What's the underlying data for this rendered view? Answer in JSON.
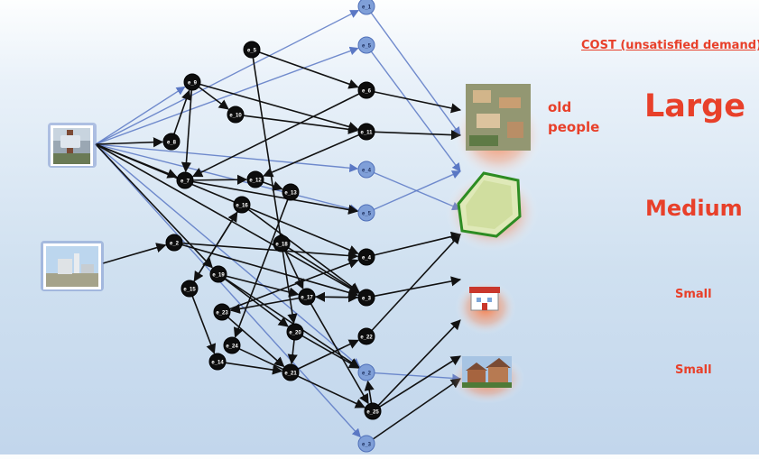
{
  "header": {
    "cost_title": "COST (unsatisfied demand)"
  },
  "demand_labels": {
    "old_people": "old\npeople"
  },
  "costs": {
    "large": "Large",
    "medium": "Medium",
    "small_1": "Small",
    "small_2": "Small"
  },
  "colors": {
    "node_black": "#0d0d0d",
    "node_blue": "#7f9fd8",
    "edge_black": "#111111",
    "edge_blue": "#5b78c4",
    "cost_red": "#e8402a"
  },
  "sources": [
    {
      "id": "src-water-tower",
      "icon": "water-tower-photo"
    },
    {
      "id": "src-water-plant",
      "icon": "water-plant-photo"
    }
  ],
  "sinks": [
    {
      "id": "sink-residential-area",
      "icon": "residential-area-photo"
    },
    {
      "id": "sink-map-area",
      "icon": "map-area-icon"
    },
    {
      "id": "sink-hospital",
      "icon": "hospital-icon"
    },
    {
      "id": "sink-houses",
      "icon": "houses-photo"
    }
  ],
  "nodes": [
    {
      "label": "e_1",
      "kind": "blue"
    },
    {
      "label": "e_5",
      "kind": "black"
    },
    {
      "label": "e_5",
      "kind": "blue"
    },
    {
      "label": "e_9",
      "kind": "black"
    },
    {
      "label": "e_6",
      "kind": "black"
    },
    {
      "label": "e_10",
      "kind": "black"
    },
    {
      "label": "e_11",
      "kind": "black"
    },
    {
      "label": "e_8",
      "kind": "black"
    },
    {
      "label": "e_7",
      "kind": "black"
    },
    {
      "label": "e_12",
      "kind": "black"
    },
    {
      "label": "e_4",
      "kind": "blue"
    },
    {
      "label": "e_13",
      "kind": "black"
    },
    {
      "label": "e_16",
      "kind": "black"
    },
    {
      "label": "e_5",
      "kind": "blue"
    },
    {
      "label": "e_2",
      "kind": "black"
    },
    {
      "label": "e_18",
      "kind": "black"
    },
    {
      "label": "e_4",
      "kind": "black"
    },
    {
      "label": "e_19",
      "kind": "black"
    },
    {
      "label": "e_15",
      "kind": "black"
    },
    {
      "label": "e_17",
      "kind": "black"
    },
    {
      "label": "e_3",
      "kind": "black"
    },
    {
      "label": "e_23",
      "kind": "black"
    },
    {
      "label": "e_20",
      "kind": "black"
    },
    {
      "label": "e_22",
      "kind": "black"
    },
    {
      "label": "e_24",
      "kind": "black"
    },
    {
      "label": "e_14",
      "kind": "black"
    },
    {
      "label": "e_21",
      "kind": "black"
    },
    {
      "label": "e_2",
      "kind": "blue"
    },
    {
      "label": "e_25",
      "kind": "black"
    },
    {
      "label": "e_3",
      "kind": "blue"
    }
  ]
}
